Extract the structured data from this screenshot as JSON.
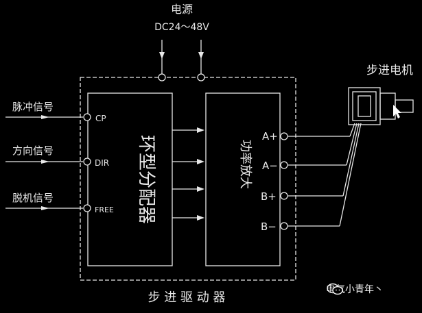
{
  "power": {
    "title": "电源",
    "voltage": "DC24～48V"
  },
  "inputs": {
    "pulse": "脉冲信号",
    "direction": "方向信号",
    "offline": "脱机信号",
    "cp": "CP",
    "dir": "DIR",
    "free": "FREE"
  },
  "blocks": {
    "distributor": "环型分配器",
    "amplifier": "功率放大"
  },
  "outputs": [
    "A+",
    "A−",
    "B+",
    "B−"
  ],
  "motor": {
    "label": "步进电机"
  },
  "driver": {
    "label": "步 进 驱 动 器"
  },
  "watermark": {
    "text": "电气小青年丶",
    "icon": "wechat-icon"
  },
  "colors": {
    "background": "#000000",
    "lines": "#e8e8e8"
  }
}
